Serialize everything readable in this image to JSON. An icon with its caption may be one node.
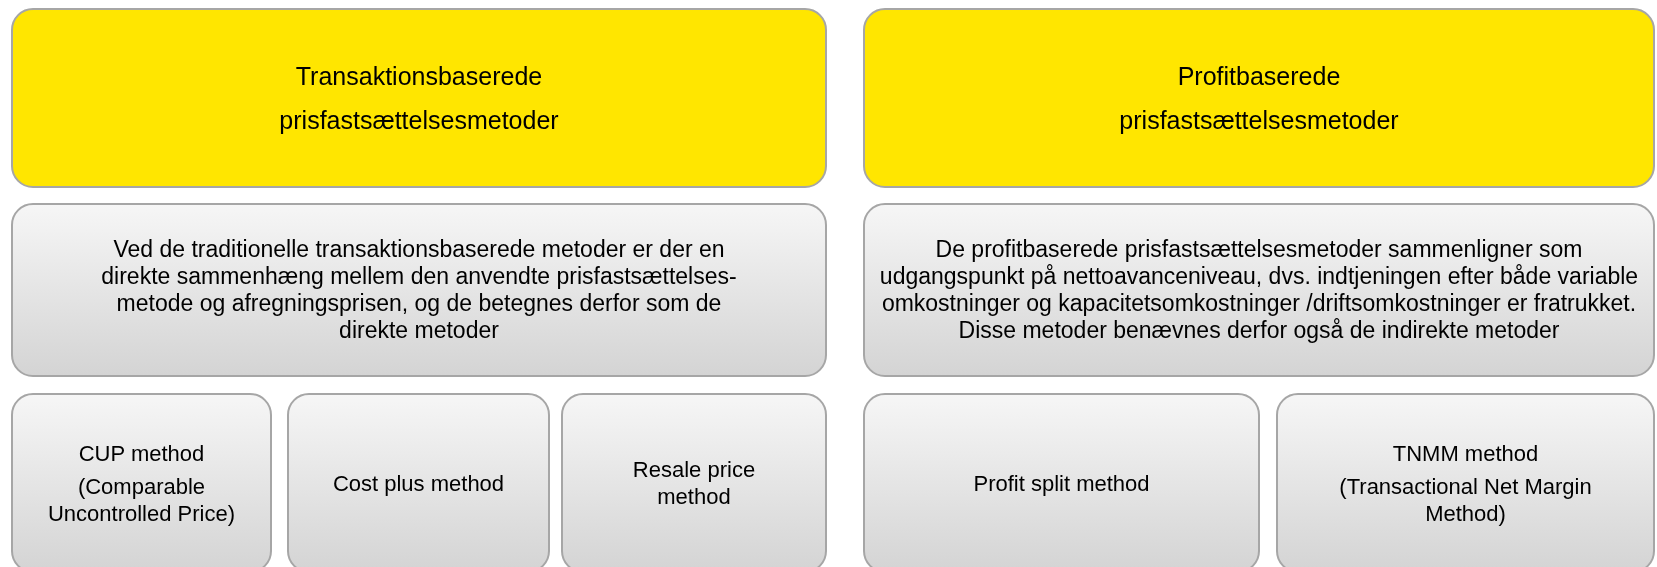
{
  "diagram": {
    "nodes": [
      {
        "text": [
          "Transaktionsbaserede prisfastsættelsesmetoder"
        ]
      },
      {
        "text": [
          "Profitbaserede prisfastsættelsesmetoder"
        ]
      },
      {
        "text": [
          "Ved de traditionelle transaktionsbaserede metoder er der en direkte sammenhæng mellem den anvendte prisfastsættelses-metode og afregningsprisen, og de betegnes derfor som de direkte metoder"
        ]
      },
      {
        "text": [
          "De profitbaserede prisfastsættelsesmetoder sammenligner som udgangspunkt på nettoavanceniveau, dvs. indtjeningen efter både variable omkostninger og kapacitetsomkostninger /driftsomkostninger er fratrukket. Disse metoder benævnes derfor også de indirekte metoder"
        ]
      },
      {
        "text": [
          "CUP method",
          "(Comparable Uncontrolled Price)"
        ]
      },
      {
        "text": [
          "Cost plus method"
        ]
      },
      {
        "text": [
          "Resale price method"
        ]
      },
      {
        "text": [
          "Profit split method"
        ]
      },
      {
        "text": [
          "TNMM method",
          "(Transactional Net Margin Method)"
        ]
      }
    ]
  }
}
